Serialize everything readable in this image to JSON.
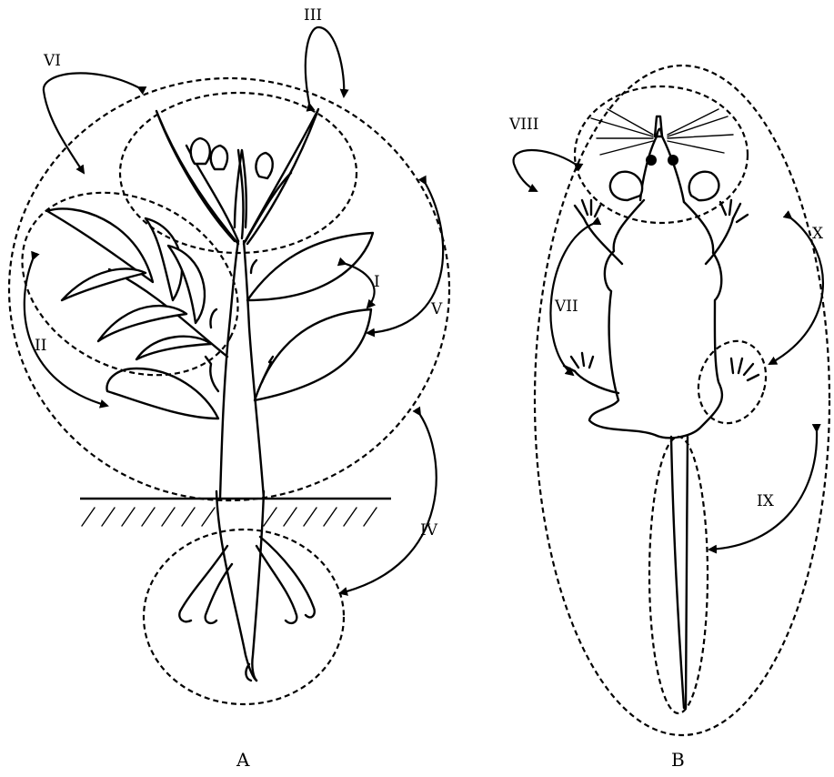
{
  "colors": {
    "ink": "#000000",
    "background": "#ffffff"
  },
  "figure_a": {
    "caption": "A",
    "labels": {
      "I": "I",
      "II": "II",
      "III": "III",
      "IV": "IV",
      "V": "V",
      "VI": "VI"
    }
  },
  "figure_b": {
    "caption": "B",
    "labels": {
      "VII": "VII",
      "VIII": "VIII",
      "IX": "IX",
      "X": "X"
    }
  }
}
